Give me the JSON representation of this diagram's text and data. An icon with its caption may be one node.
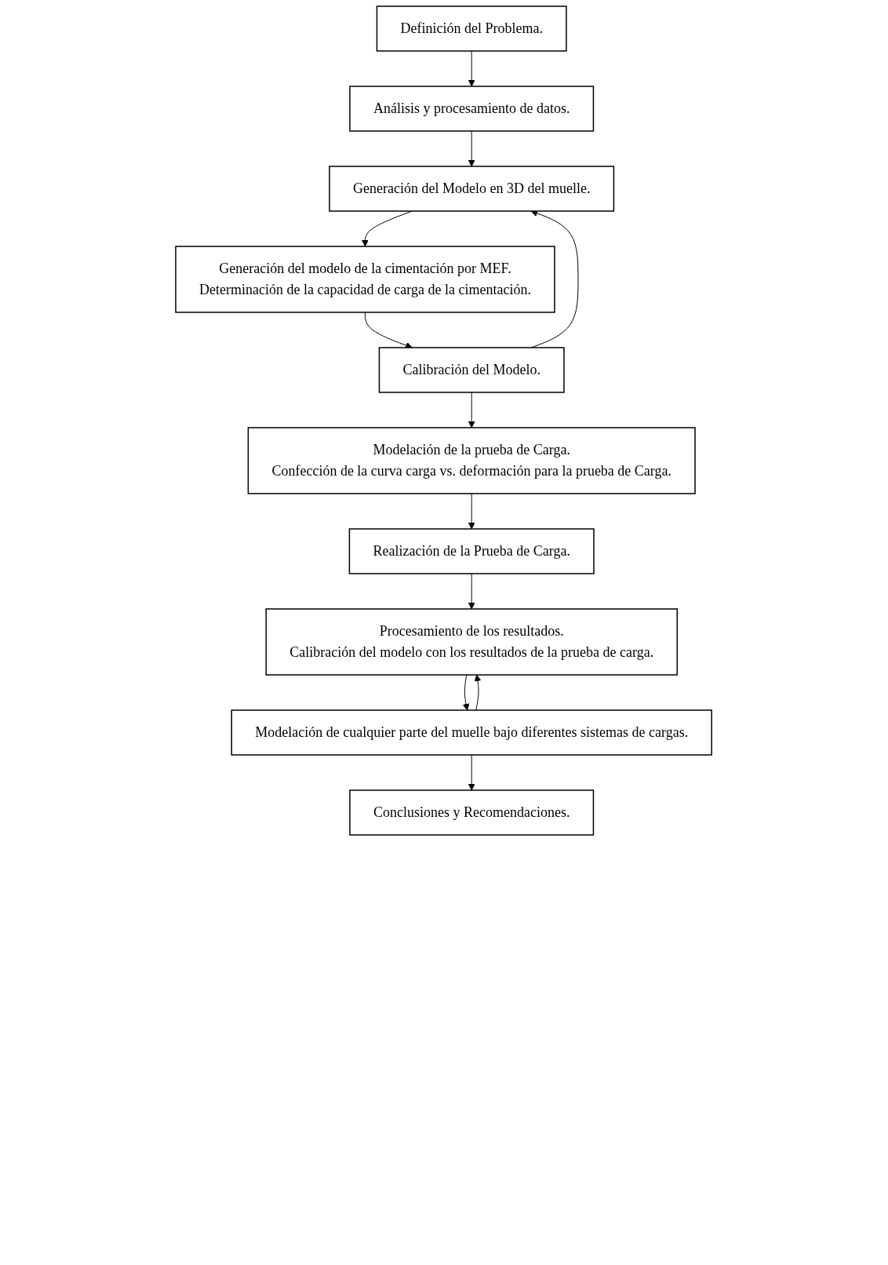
{
  "diagram": {
    "nodes": [
      {
        "text": [
          "Definición del Problema."
        ]
      },
      {
        "text": [
          "Análisis y procesamiento de datos."
        ]
      },
      {
        "text": [
          "Generación del Modelo en 3D del muelle."
        ]
      },
      {
        "text": [
          "Generación del modelo de la cimentación por MEF.",
          "Determinación de la capacidad de carga de la cimentación."
        ]
      },
      {
        "text": [
          "Calibración del Modelo."
        ]
      },
      {
        "text": [
          "Modelación de la prueba de Carga.",
          "Confección de la curva carga vs. deformación para la prueba de Carga."
        ]
      },
      {
        "text": [
          "Realización de la Prueba de Carga."
        ]
      },
      {
        "text": [
          "Procesamiento de los resultados.",
          "Calibración del modelo con los resultados de la prueba de carga."
        ]
      },
      {
        "text": [
          "Modelación de cualquier parte del muelle bajo diferentes sistemas de cargas."
        ]
      },
      {
        "text": [
          "Conclusiones y Recomendaciones."
        ]
      }
    ],
    "edges": [
      {
        "from": 0,
        "to": 1,
        "arrow": "to"
      },
      {
        "from": 1,
        "to": 2,
        "arrow": "to"
      },
      {
        "from": 2,
        "to": 3,
        "arrow": "to"
      },
      {
        "from": 3,
        "to": 4,
        "arrow": "to"
      },
      {
        "from": 4,
        "to": 5,
        "arrow": "to"
      },
      {
        "from": 5,
        "to": 6,
        "arrow": "to"
      },
      {
        "from": 6,
        "to": 7,
        "arrow": "to"
      },
      {
        "from": 7,
        "to": 8,
        "arrow": "to"
      },
      {
        "from": 8,
        "to": 9,
        "arrow": "to"
      },
      {
        "from": 4,
        "to": 2,
        "arrow": "to"
      },
      {
        "from": 8,
        "to": 7,
        "arrow": "to"
      }
    ]
  }
}
